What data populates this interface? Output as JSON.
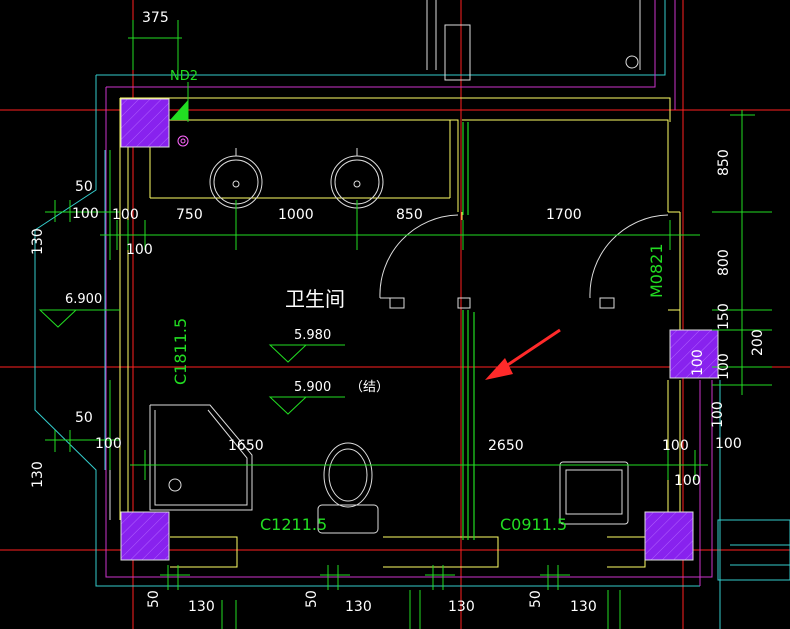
{
  "drawing": {
    "room_name": "卫生间",
    "tags": {
      "nd2": "ND2",
      "window_left": "C1811.5",
      "window_bottom_left": "C1211.5",
      "window_bottom_right": "C0911.5",
      "door_right": "M0821"
    },
    "levels": {
      "outer": "6.900",
      "finish": "5.980",
      "structure": "5.900",
      "structure_note": "（结）"
    },
    "dims": {
      "top_375": "375",
      "top_750": "750",
      "top_1000": "1000",
      "top_850": "850",
      "top_1700": "1700",
      "left_50_a": "50",
      "left_100_a": "100",
      "left_100_b": "100",
      "left_100_c": "100",
      "left_130_a": "130",
      "left_50_b": "50",
      "left_100_d": "100",
      "left_130_b": "130",
      "mid_1650": "1650",
      "mid_2650": "2650",
      "mid_100_a": "100",
      "mid_100_b": "100",
      "right_850": "850",
      "right_800": "800",
      "right_150": "150",
      "right_200": "200",
      "right_100_a": "100",
      "right_100_b": "100",
      "right_100_c": "100",
      "right_100_d": "100",
      "bot_50_a": "50",
      "bot_130_a": "130",
      "bot_50_b": "50",
      "bot_130_b": "130",
      "bot_130_c": "130",
      "bot_50_c": "50",
      "bot_130_d": "130"
    }
  },
  "colors": {
    "background": "#000000",
    "wall_yellow": "#ffff66",
    "dim_green": "#22dd22",
    "axis_red": "#ff2020",
    "magenta": "#cc33cc",
    "cyan": "#33cccc",
    "column_fill": "#8822ee",
    "arrow": "#ff2a2a"
  }
}
